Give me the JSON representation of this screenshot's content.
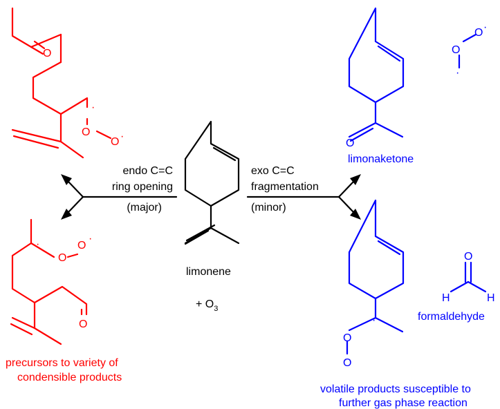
{
  "colors": {
    "reactant": "#000000",
    "endo_products": "#ff0000",
    "exo_products": "#0000ff"
  },
  "reactant": {
    "name": "limonene",
    "plus": "+ O",
    "plus_subscript": "3"
  },
  "left_arrow": {
    "line1": "endo C=C",
    "line2": "ring opening",
    "line3": "(major)"
  },
  "right_arrow": {
    "line1": "exo C=C",
    "line2": "fragmentation",
    "line3": "(minor)"
  },
  "atoms": {
    "oxygen": "O",
    "hydrogen": "H",
    "radical_dot": "·"
  },
  "left_caption": {
    "line1": "precursors to variety of",
    "line2": "condensible products"
  },
  "right_products": {
    "ketone_name": "limonaketone",
    "aldehyde_name": "formaldehyde",
    "caption_line1": "volatile products susceptible to",
    "caption_line2": "further gas phase reaction"
  }
}
